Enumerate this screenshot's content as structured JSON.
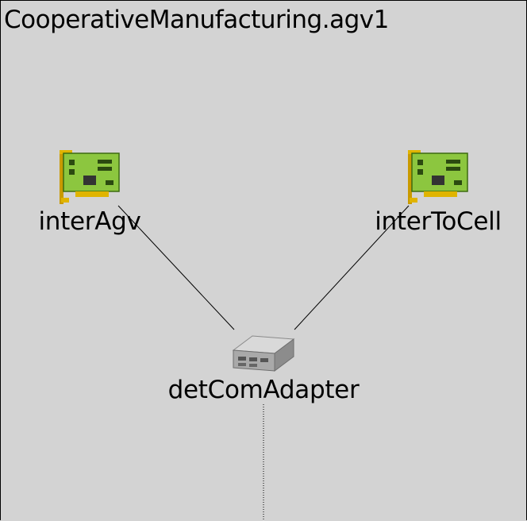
{
  "module": {
    "title": "CooperativeManufacturing.agv1"
  },
  "nodes": [
    {
      "id": "interAgv",
      "label": "interAgv",
      "icon": "network-card-icon"
    },
    {
      "id": "interToCell",
      "label": "interToCell",
      "icon": "network-card-icon"
    },
    {
      "id": "detComAdapter",
      "label": "detComAdapter",
      "icon": "device-box-icon"
    }
  ],
  "connections": [
    {
      "from": "interAgv",
      "to": "detComAdapter",
      "style": "solid"
    },
    {
      "from": "interToCell",
      "to": "detComAdapter",
      "style": "solid"
    },
    {
      "from": "detComAdapter",
      "to": "module-boundary",
      "style": "dotted"
    }
  ],
  "colors": {
    "background": "#d3d3d3",
    "card_pcb": "#8cc63f",
    "card_bracket": "#e0b400",
    "line": "#000000"
  }
}
